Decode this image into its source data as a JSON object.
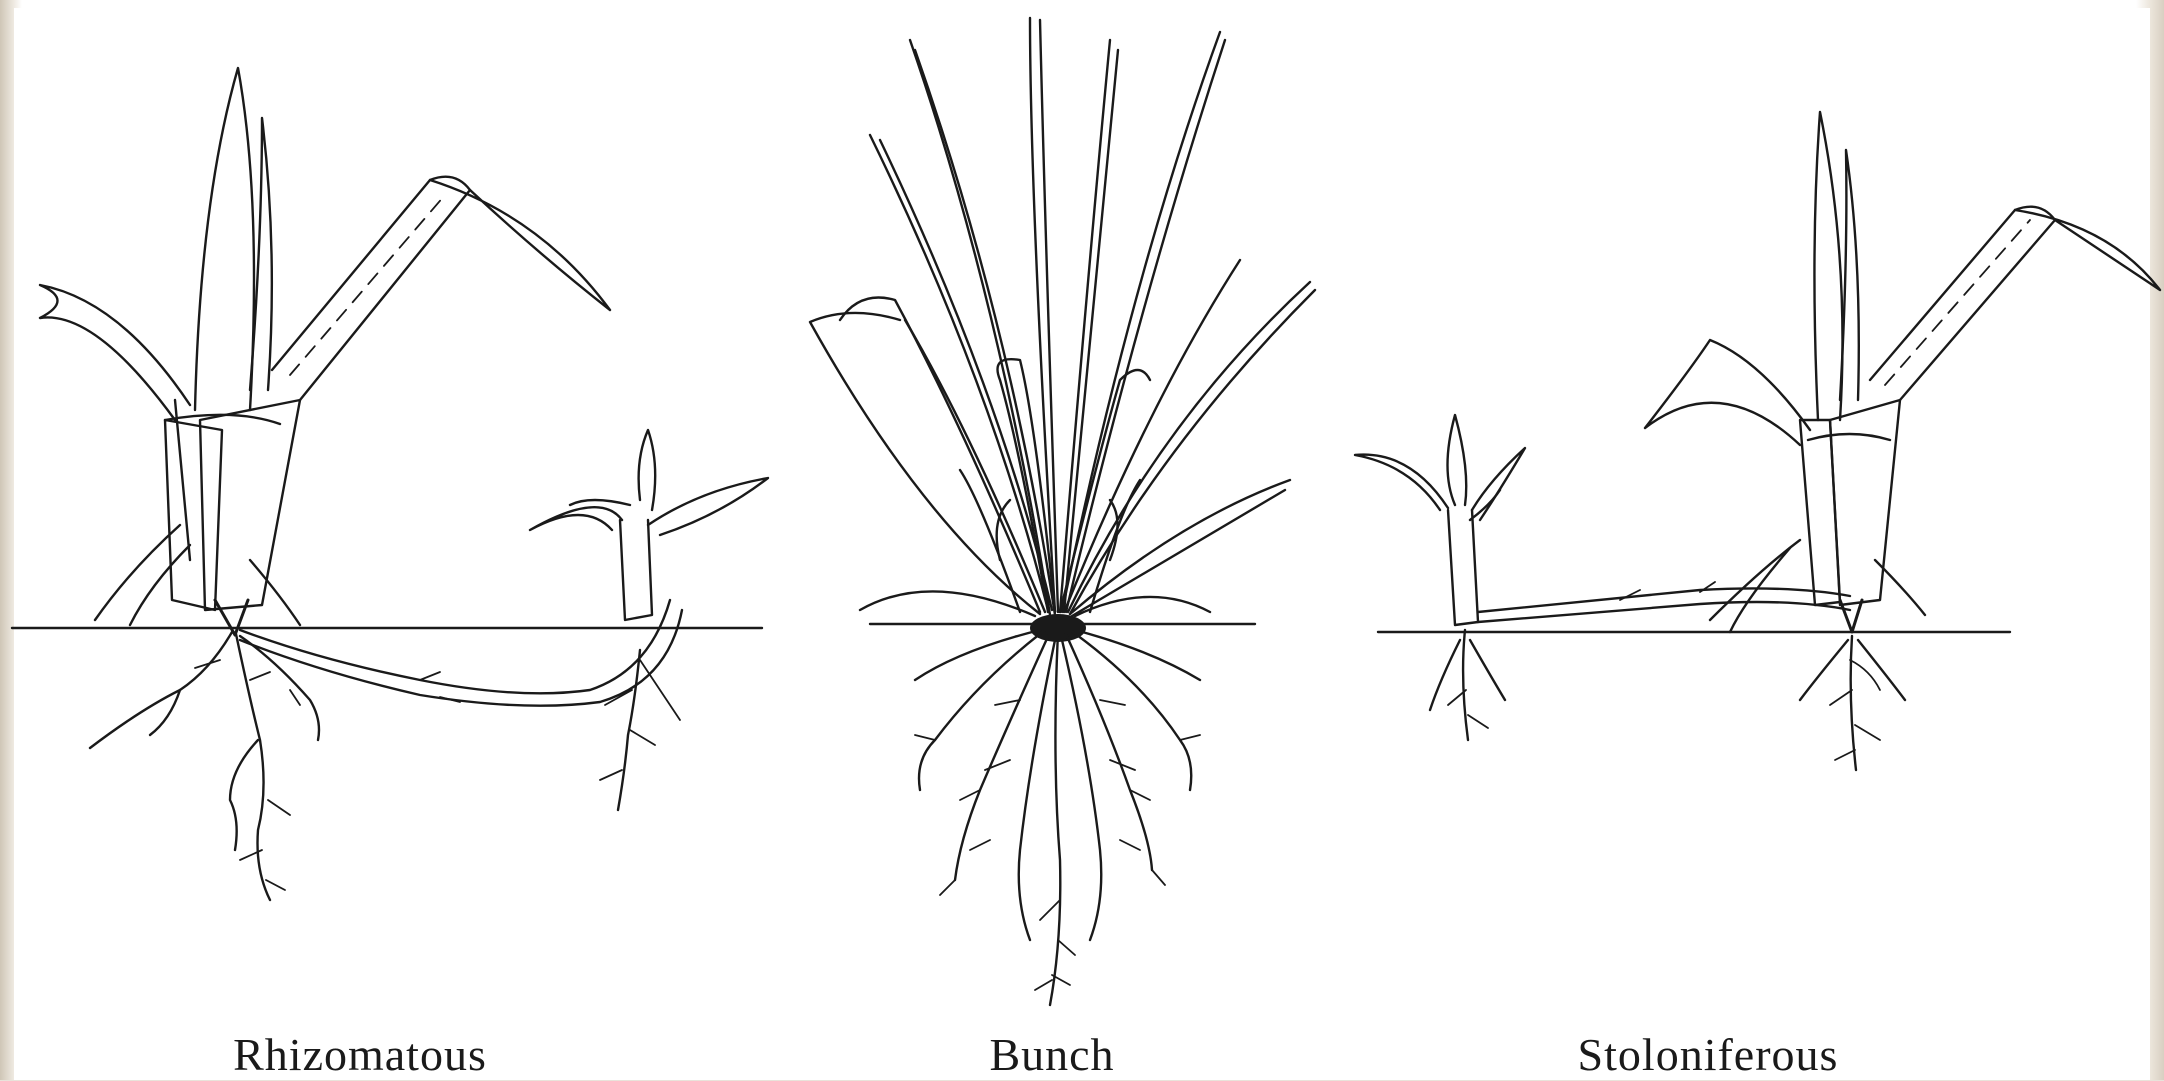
{
  "labels": {
    "rhizomatous": "Rhizomatous",
    "bunch": "Bunch",
    "stoloniferous": "Stoloniferous"
  },
  "colors": {
    "ink": "#1a1a1a",
    "paper": "#ffffff",
    "border": "#d8cfc1"
  }
}
